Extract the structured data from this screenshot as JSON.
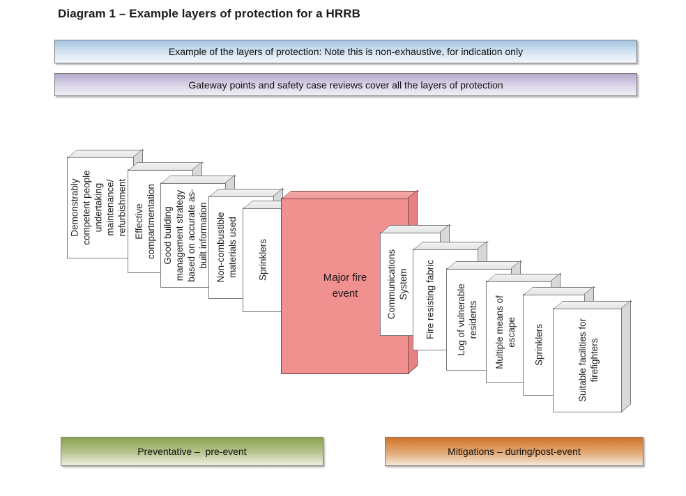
{
  "title": "Diagram 1 – Example layers of protection for a HRRB",
  "banners": {
    "example_note": "Example of the layers of protection: Note this is non-exhaustive, for indication only",
    "gateway": "Gateway points and safety case reviews cover all the layers of protection"
  },
  "preventative_layers": [
    {
      "label": "Demonstrably\ncompetent people\nundertaking\nmaintenance/\nrefurbishment"
    },
    {
      "label": "Effective\ncompartmentation"
    },
    {
      "label": "Good building\nmanagement strategy\nbased on accurate as-\nbuilt information"
    },
    {
      "label": "Non-combustible\nmaterials used"
    },
    {
      "label": "Sprinklers"
    }
  ],
  "event": {
    "label": "Major fire\nevent"
  },
  "mitigation_layers": [
    {
      "label": "Communications\nSystem"
    },
    {
      "label": "Fire resisting fabric"
    },
    {
      "label": "Log of vulnerable\nresidents"
    },
    {
      "label": "Multiple means of\nescape"
    },
    {
      "label": "Sprinklers"
    },
    {
      "label": "Suitable facilities for\nfirefighters"
    }
  ],
  "footers": {
    "preventative": "Preventative –  pre-event",
    "mitigations": "Mitigations – during/post-event"
  },
  "colors": {
    "event_fill": "#f0908f",
    "banner_blue": "#a4c3df",
    "banner_purple": "#b3a8cc",
    "banner_green": "#8aa24e",
    "banner_orange": "#d1742a",
    "slab_fill": "#ffffff",
    "slab_border": "#7a7a7a"
  }
}
